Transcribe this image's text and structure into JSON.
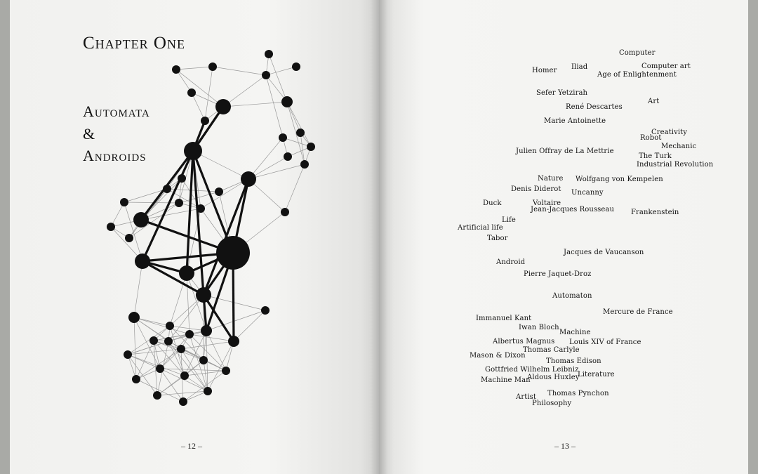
{
  "left_page": {
    "chapter_heading": "Chapter One",
    "title_lines": [
      "Automata",
      "&",
      "Androids"
    ],
    "page_number": "– 12 –"
  },
  "right_page": {
    "page_number": "– 13 –",
    "terms": [
      "Computer",
      "Iliad",
      "Homer",
      "Computer art",
      "Age of Enlightenment",
      "Sefer Yetzirah",
      "Art",
      "René Descartes",
      "Marie Antoinette",
      "Creativity",
      "Robot",
      "Mechanic",
      "Julien Offray de La Mettrie",
      "The Turk",
      "Industrial Revolution",
      "Nature",
      "Wolfgang von Kempelen",
      "Denis Diderot",
      "Uncanny",
      "Duck",
      "Voltaire",
      "Jean-Jacques Rousseau",
      "Frankenstein",
      "Life",
      "Artificial life",
      "Tabor",
      "Jacques de Vaucanson",
      "Android",
      "Pierre Jaquet-Droz",
      "Automaton",
      "Mercure de France",
      "Immanuel Kant",
      "Iwan Bloch",
      "Machine",
      "Albertus Magnus",
      "Louis XIV of France",
      "Thomas Carlyle",
      "Mason & Dixon",
      "Thomas Edison",
      "Gottfried Wilhelm Leibniz",
      "Literature",
      "Aldous Huxley",
      "Machine Man",
      "Thomas Pynchon",
      "Artist",
      "Philosophy"
    ]
  },
  "colors": {
    "ink": "#111111",
    "edge": "#9a9a9a",
    "paper": "#f4f4f2"
  }
}
